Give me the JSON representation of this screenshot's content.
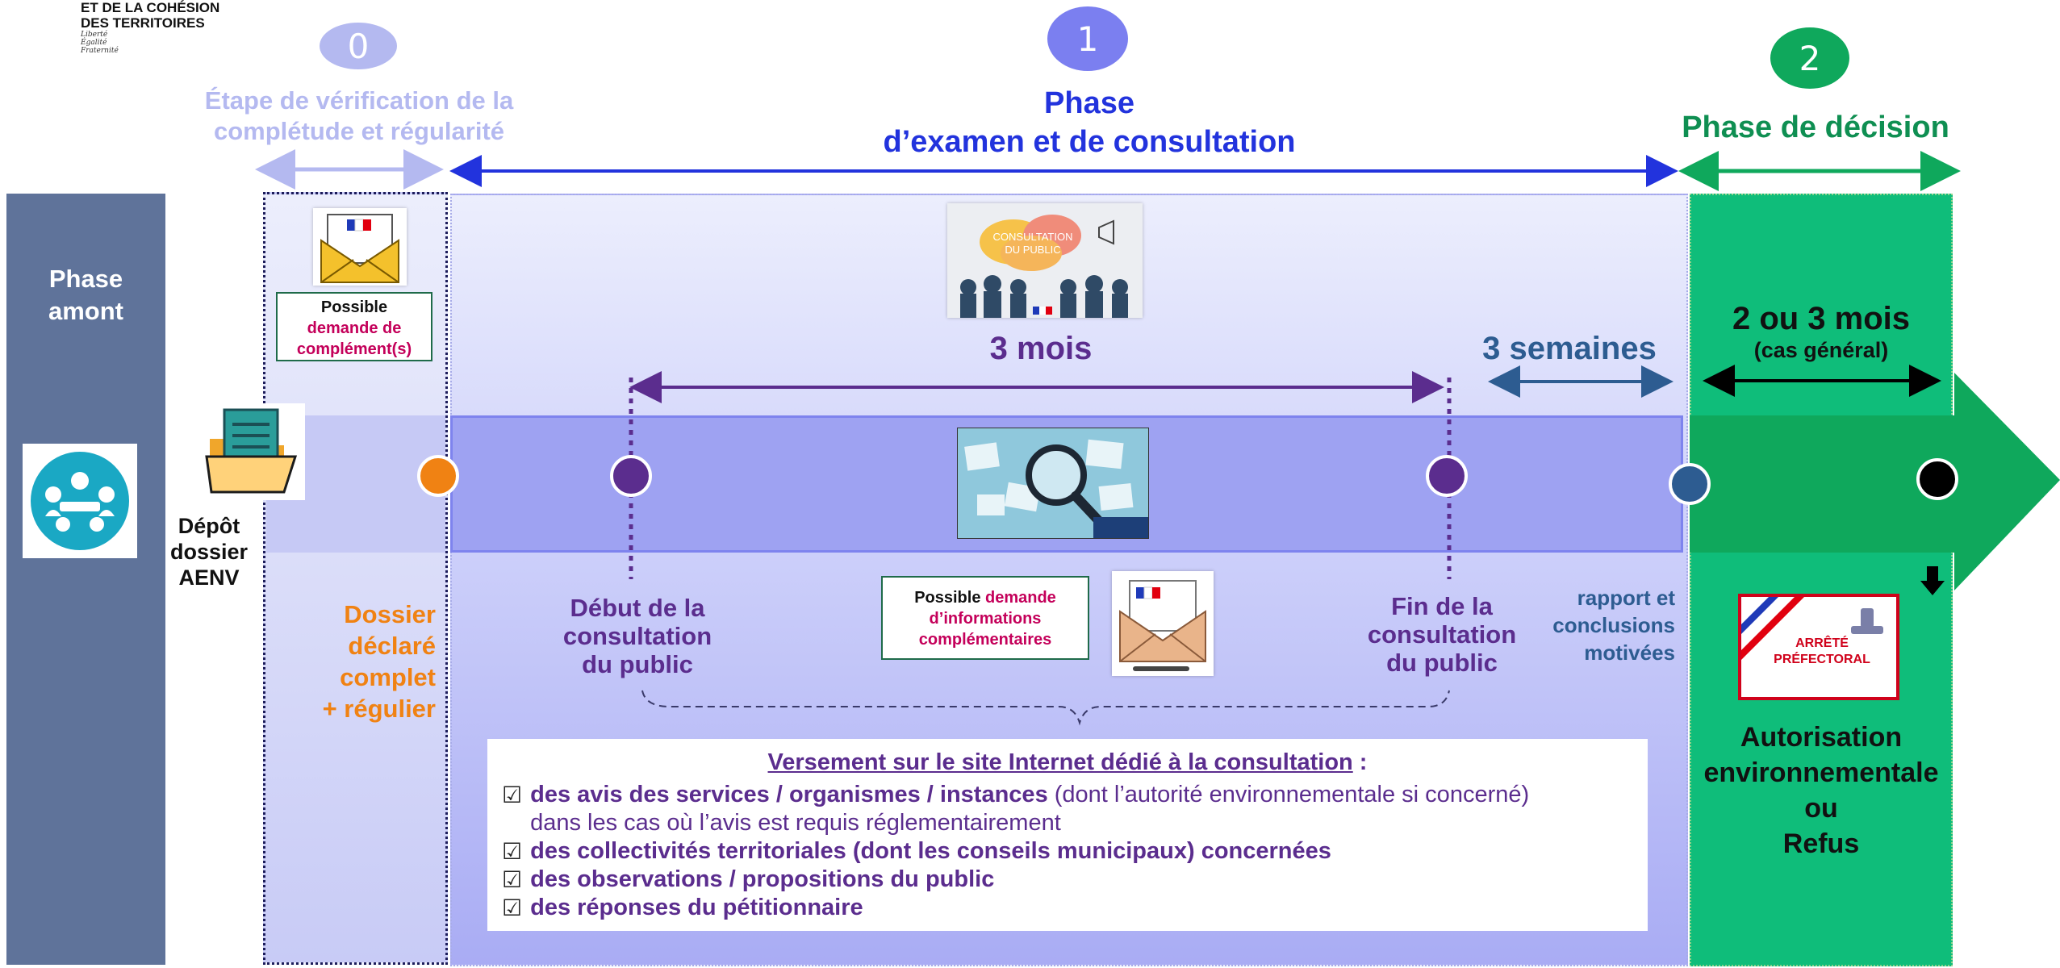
{
  "header": {
    "ministry_line1": "ET DE LA COHÉSION",
    "ministry_line2": "DES TERRITOIRES",
    "motto": [
      "Liberté",
      "Égalité",
      "Fraternité"
    ]
  },
  "steps": {
    "step0": {
      "number": "0",
      "label_line1": "Étape de vérification de la",
      "label_line2": "complétude et régularité"
    },
    "step1": {
      "number": "1",
      "label_line1": "Phase",
      "label_line2": "d’examen et de consultation"
    },
    "step2": {
      "number": "2",
      "label": "Phase de décision"
    }
  },
  "upstream": {
    "label_line1": "Phase",
    "label_line2": "amont"
  },
  "deposit": {
    "line1": "Dépôt",
    "line2": "dossier",
    "line3": "AENV"
  },
  "complement": {
    "line1": "Possible",
    "line2": "demande de",
    "line3": "complément(s)"
  },
  "declared": {
    "line1": "Dossier",
    "line2": "déclaré",
    "line3": "complet",
    "line4": "+ régulier"
  },
  "consultation_picture": {
    "line1": "CONSULTATION",
    "line2": "DU PUBLIC"
  },
  "durations": {
    "three_months": "3 mois",
    "three_weeks": "3 semaines",
    "decision_line1": "2 ou 3 mois",
    "decision_line2": "(cas général)"
  },
  "milestones": {
    "start": {
      "line1": "Début de la",
      "line2": "consultation",
      "line3": "du public"
    },
    "end": {
      "line1": "Fin de la",
      "line2": "consultation",
      "line3": "du public"
    },
    "report": {
      "line1": "rapport et",
      "line2": "conclusions",
      "line3": "motivées"
    }
  },
  "info_request": {
    "part1": "Possible ",
    "part2": "demande",
    "line2": "d’informations",
    "line3": "complémentaires"
  },
  "publication": {
    "title": "Versement sur le site Internet dédié à la consultation",
    "title_suffix": " :",
    "items": [
      {
        "bold": "des avis des services / organismes / instances",
        "normal": " (dont l’autorité environnementale si concerné)",
        "line2": "dans les cas où l’avis est requis réglementairement"
      },
      {
        "bold": "des collectivités territoriales (dont les conseils municipaux) concernées"
      },
      {
        "bold": "des observations / propositions du public"
      },
      {
        "bold": "des réponses du pétitionnaire"
      }
    ]
  },
  "decree": {
    "line1": "ARRÊTÉ",
    "line2": "PRÉFECTORAL"
  },
  "decision": {
    "line1": "Autorisation",
    "line2": "environnementale",
    "line3": "ou",
    "line4": "Refus"
  },
  "colors": {
    "upstream": "#5f739a",
    "step0": "#b4b9f0",
    "step1": "#7b7ff0",
    "step1_title": "#2233dd",
    "step2": "#0fa85c",
    "orange": "#f08213",
    "purple": "#5b2d8e",
    "blue_dark": "#2d5c91",
    "crimson": "#c4005a"
  }
}
